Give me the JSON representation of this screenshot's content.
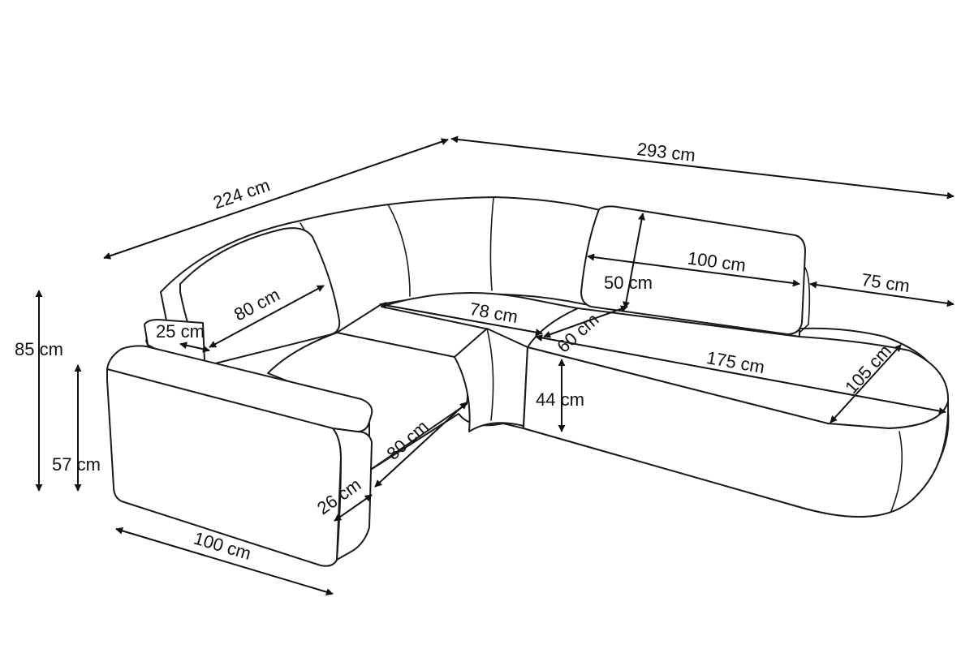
{
  "diagram": {
    "title": "",
    "colors": {
      "line": "#1a1a1a",
      "background": "#ffffff"
    },
    "dimensions": {
      "total_left_depth": "224 cm",
      "total_right_width": "293 cm",
      "total_height": "85 cm",
      "armrest_height": "57 cm",
      "arm_width": "100 cm",
      "armrest_thickness": "25 cm",
      "left_cushion_depth": "80 cm",
      "corner_seat": "78 cm",
      "left_seat_depth": "80 cm",
      "seat_thickness": "26 cm",
      "right_cushion_width": "100 cm",
      "right_cushion_height": "50 cm",
      "chaise_extension": "75 cm",
      "chaise_seat_depth": "60 cm",
      "seat_height": "44 cm",
      "chaise_length": "175 cm",
      "chaise_width": "105 cm"
    }
  }
}
